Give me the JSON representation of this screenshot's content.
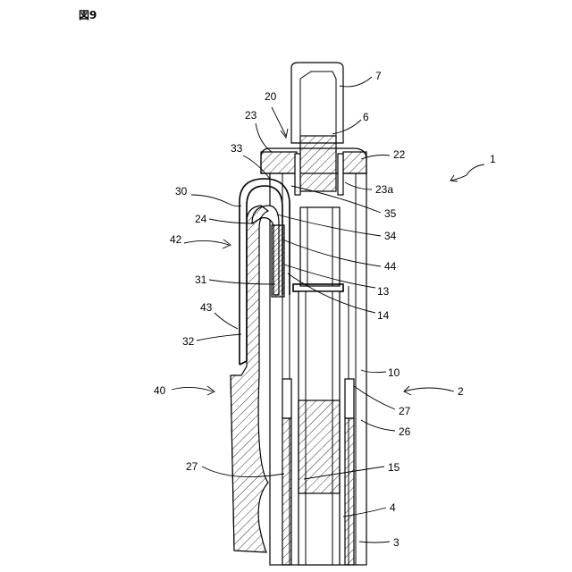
{
  "figure": {
    "title": "図9",
    "labels": {
      "l1": "1",
      "l2": "2",
      "l3": "3",
      "l4": "4",
      "l6": "6",
      "l7": "7",
      "l10": "10",
      "l13": "13",
      "l14": "14",
      "l15": "15",
      "l20": "20",
      "l22": "22",
      "l23": "23",
      "l23a": "23a",
      "l24": "24",
      "l26": "26",
      "l27a": "27",
      "l27b": "27",
      "l30": "30",
      "l31": "31",
      "l32": "32",
      "l33": "33",
      "l34": "34",
      "l35": "35",
      "l40": "40",
      "l42": "42",
      "l43": "43",
      "l44": "44"
    }
  }
}
